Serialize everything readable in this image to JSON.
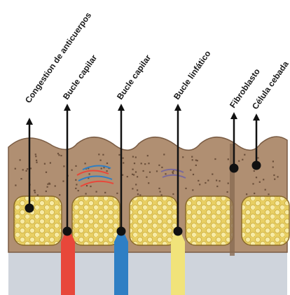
{
  "diagram": {
    "labels": [
      "Congestion de anticuerpos",
      "Bucle capilar",
      "Bucle capilar",
      "Bucle linfático",
      "Fibroblasto",
      "Célula cebada"
    ],
    "colors": {
      "arteriole": "#e8473a",
      "venule": "#2f7fc4",
      "lymphatic": "#f1e37a",
      "tissue": "#b08f72",
      "tissue_dark": "#8a6c52",
      "fat_lobule": "#f3de7b",
      "fat_cell": "#f7eba6",
      "background_layer": "#cfd4dc"
    }
  }
}
